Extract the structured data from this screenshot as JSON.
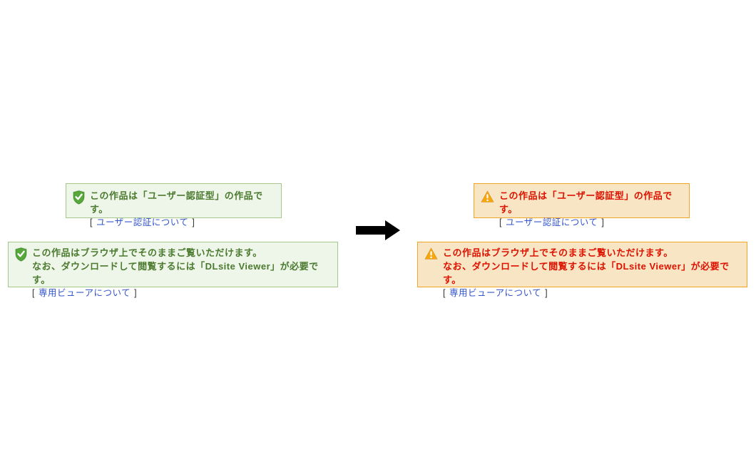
{
  "colors": {
    "page_background": "#ffffff",
    "safe_box_background": "#eef5e9",
    "safe_box_border": "#a5c78a",
    "safe_text": "#4a7a2e",
    "warn_box_background": "#f8e5c3",
    "warn_box_border": "#efa423",
    "warn_text": "#dd1100",
    "link": "#3355cc",
    "bracket": "#333333",
    "arrow": "#000000",
    "shield_green": "#57a73a",
    "warning_triangle_orange": "#f6a60e"
  },
  "brackets": {
    "open": "[",
    "close": "]"
  },
  "before": {
    "auth_notice": {
      "icon": "shield-check-icon",
      "message": "この作品は「ユーザー認証型」の作品です。",
      "link_label": "ユーザー認証について"
    },
    "viewer_notice": {
      "icon": "shield-check-icon",
      "message_line1": "この作品はブラウザ上でそのままご覧いただけます。",
      "message_line2": "なお、ダウンロードして閲覧するには「DLsite Viewer」が必要です。",
      "link_label": "専用ビューアについて"
    }
  },
  "after": {
    "auth_notice": {
      "icon": "warning-icon",
      "message": "この作品は「ユーザー認証型」の作品です。",
      "link_label": "ユーザー認証について"
    },
    "viewer_notice": {
      "icon": "warning-icon",
      "message_line1": "この作品はブラウザ上でそのままご覧いただけます。",
      "message_line2": "なお、ダウンロードして閲覧するには「DLsite Viewer」が必要です。",
      "link_label": "専用ビューアについて"
    }
  }
}
